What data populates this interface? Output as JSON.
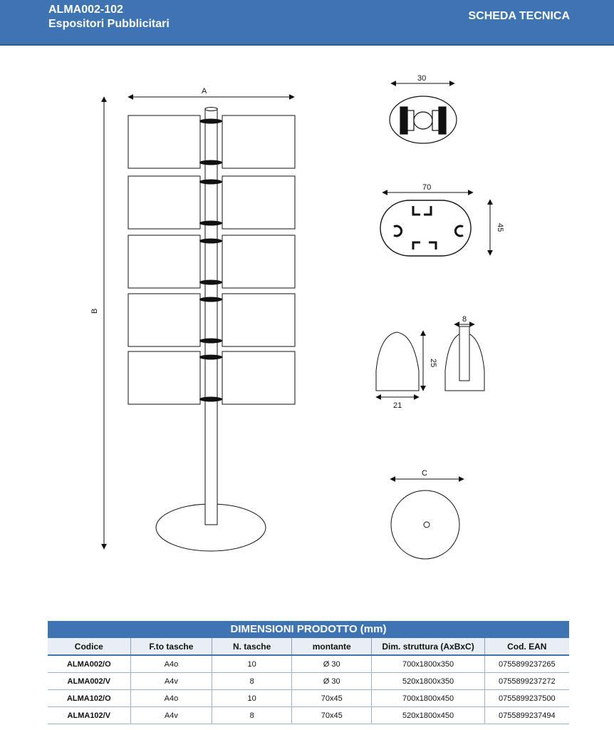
{
  "header": {
    "title": "ALMA002-102",
    "subtitle": "Espositori Pubblicitari",
    "right_label": "SCHEDA TECNICA",
    "color": "#3f74b3"
  },
  "drawing": {
    "label_a": "A",
    "label_b": "B",
    "label_c": "C",
    "profile_round": "30",
    "profile_oval_w": "70",
    "profile_oval_h": "45",
    "clip_w": "21",
    "clip_h": "25",
    "clip_slot": "8"
  },
  "table": {
    "caption": "DIMENSIONI PRODOTTO (mm)",
    "columns": [
      "Codice",
      "F.to tasche",
      "N. tasche",
      "montante",
      "Dim. struttura (AxBxC)",
      "Cod. EAN"
    ],
    "rows": [
      [
        "ALMA002/O",
        "A4o",
        "10",
        "Ø 30",
        "700x1800x350",
        "0755899237265"
      ],
      [
        "ALMA002/V",
        "A4v",
        "8",
        "Ø 30",
        "520x1800x350",
        "0755899237272"
      ],
      [
        "ALMA102/O",
        "A4o",
        "10",
        "70x45",
        "700x1800x450",
        "0755899237500"
      ],
      [
        "ALMA102/V",
        "A4v",
        "8",
        "70x45",
        "520x1800x450",
        "0755899237494"
      ]
    ]
  }
}
